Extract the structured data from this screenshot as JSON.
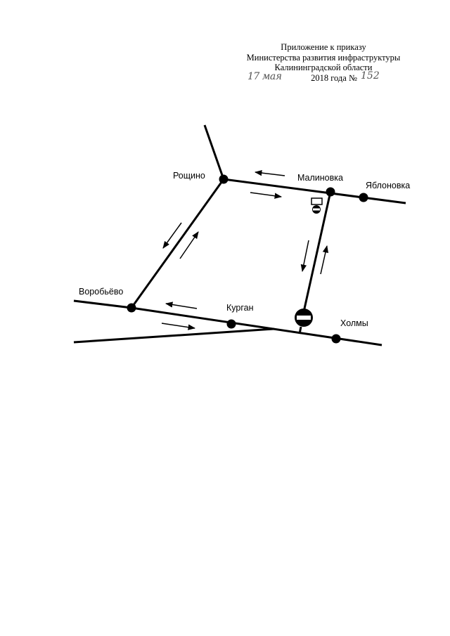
{
  "header": {
    "line1": "Приложение к приказу",
    "line2": "Министерства развития инфраструктуры",
    "line3": "Калининградской области",
    "date_handwritten": "17 мая",
    "year_text": "2018 года №",
    "number_handwritten": "152"
  },
  "map": {
    "places": {
      "roshchino": "Рощино",
      "malinovka": "Малиновка",
      "yablonovka": "Яблоновка",
      "vorobyovo": "Воробьёво",
      "kurgan": "Курган",
      "kholmy": "Холмы"
    }
  }
}
